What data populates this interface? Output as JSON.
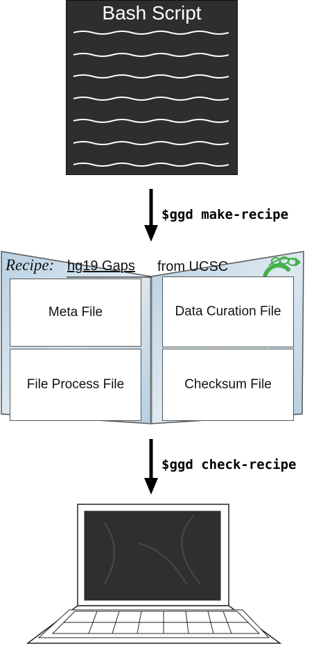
{
  "bash_script": {
    "title": "Bash Script"
  },
  "commands": {
    "make": "$ggd make-recipe",
    "check": "$ggd check-recipe"
  },
  "recipe": {
    "label": "Recipe:",
    "name": "hg19 Gaps",
    "source": "from UCSC",
    "files": {
      "meta": "Meta File",
      "data_curation": "Data Curation File",
      "file_process": "File Process File",
      "checksum": "Checksum File"
    }
  },
  "icons": {
    "logo": "conda-style-green-logo",
    "computer": "laptop-icon"
  },
  "colors": {
    "bash_bg": "#2e2e2e",
    "recipe_bg": "#c9dcea",
    "logo_green": "#43b049",
    "screen_bg": "#2f2f2f"
  }
}
